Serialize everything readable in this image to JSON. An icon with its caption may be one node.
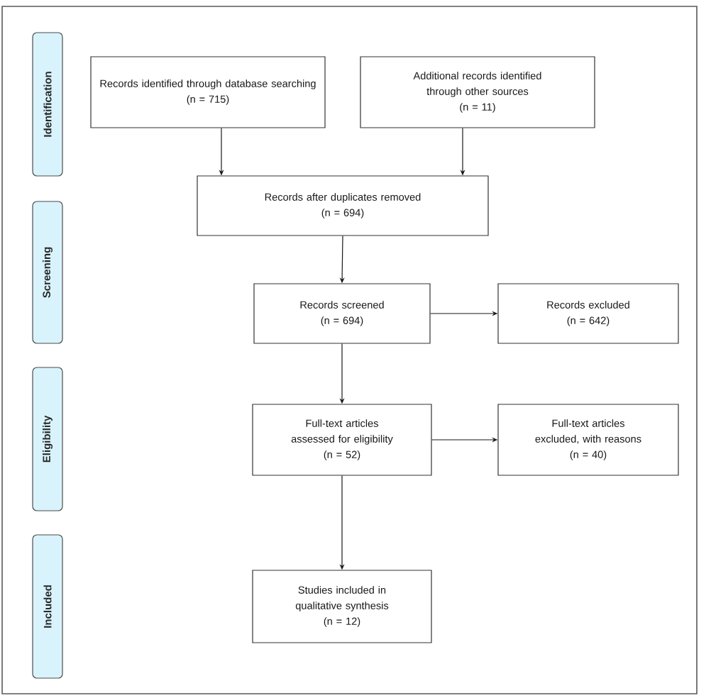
{
  "diagram": {
    "nodes": [
      {
        "text": [
          "Identification"
        ]
      },
      {
        "text": [
          "Screening"
        ]
      },
      {
        "text": [
          "Eligibility"
        ]
      },
      {
        "text": [
          "Included"
        ]
      },
      {
        "text": [
          "Records identified through database searching",
          "(n = 715)"
        ]
      },
      {
        "text": [
          "Additional records identified through other sources",
          "(n = 11)"
        ]
      },
      {
        "text": [
          "Records after duplicates removed",
          "(n = 694)"
        ]
      },
      {
        "text": [
          "Records screened",
          "(n = 694)"
        ]
      },
      {
        "text": [
          "Records excluded",
          "(n = 642)"
        ]
      },
      {
        "text": [
          "Full-text articles assessed for eligibility",
          "(n = 52)"
        ]
      },
      {
        "text": [
          "Full-text articles excluded, with reasons",
          "(n = 40)"
        ]
      },
      {
        "text": [
          "Studies included in qualitative synthesis",
          "(n = 12)"
        ]
      }
    ],
    "edges": [
      {
        "from": 4,
        "to": 6,
        "arrow": "to"
      },
      {
        "from": 5,
        "to": 6,
        "arrow": "to"
      },
      {
        "from": 6,
        "to": 7,
        "arrow": "to"
      },
      {
        "from": 7,
        "to": 8,
        "arrow": "to"
      },
      {
        "from": 7,
        "to": 9,
        "arrow": "to"
      },
      {
        "from": 9,
        "to": 10,
        "arrow": "to"
      },
      {
        "from": 9,
        "to": 11,
        "arrow": "to"
      }
    ]
  }
}
